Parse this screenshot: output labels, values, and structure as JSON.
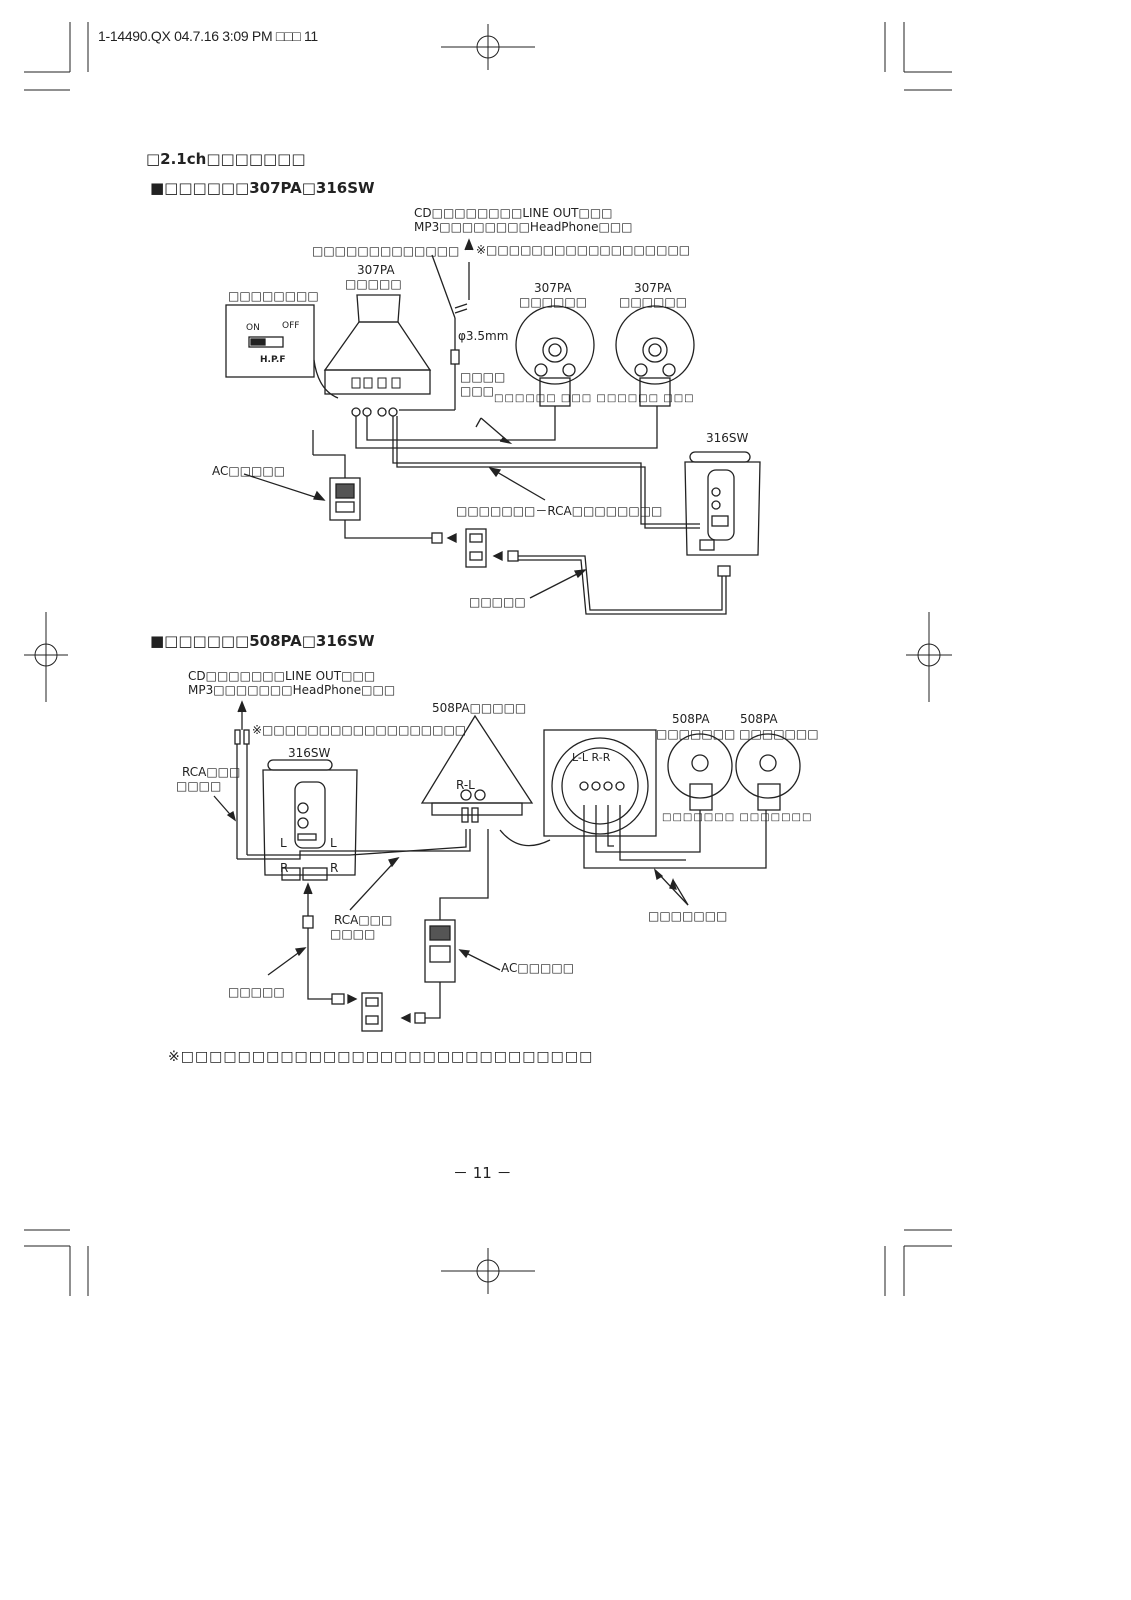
{
  "header": {
    "text": "1-14490.QX   04.7.16   3:09 PM   □□□   11"
  },
  "title": "□2.1ch□□□□□□□",
  "section1": {
    "heading": "■□□□□□□307PA□316SW",
    "source_line1": "CD□□□□□□□□LINE OUT□□□",
    "source_line2": "MP3□□□□□□□□HeadPhone□□□",
    "source_note": "※□□□□□□□□□□□□□□□□□□",
    "cable_label": "□□□□□□□□□□□□□",
    "amp_label_line1": "307PA",
    "amp_label_line2": "□□□□□",
    "hpf_callout": "□□□□□□□□",
    "hpf_on": "ON",
    "hpf_off": "OFF",
    "hpf_text": "H.P.F",
    "plug_size": "φ3.5mm",
    "speaker_l_line1": "307PA",
    "speaker_l_line2": "□□□□□□",
    "speaker_r_line1": "307PA",
    "speaker_r_line2": "□□□□□□",
    "speaker_cable_line1": "□□□□",
    "speaker_cable_line2": "□□□",
    "terminal_labels": "□□□□□□   □□□ □□□□□□   □□□",
    "sub_label": "316SW",
    "ac_label": "AC□□□□□",
    "rca_cable_label": "□□□□□□□－RCA□□□□□□□□",
    "power_cord_label": "□□□□□"
  },
  "section2": {
    "heading": "■□□□□□□508PA□316SW",
    "source_line1": "CD□□□□□□□LINE OUT□□□",
    "source_line2": "MP3□□□□□□□HeadPhone□□□",
    "source_note": "※□□□□□□□□□□□□□□□□□□",
    "amp_label": "508PA□□□□□",
    "speaker_l": "508PA",
    "speaker_r": "508PA",
    "speakers_caption": "□□□□□□□ □□□□□□□",
    "terminal_labels": "□□□□□□□   □□□□□□□",
    "sub_label": "316SW",
    "rca_in_line1": "RCA□□□",
    "rca_in_line2": "□□□□",
    "rca_mid_line1": "RCA□□□",
    "rca_mid_line2": "□□□□",
    "rl_label": "R-L",
    "lr_terminal": "L-L R-R",
    "sub_l1": "L",
    "sub_l2": "L",
    "sub_r1": "R",
    "sub_r2": "R",
    "speaker_cables_label": "□□□□□□□",
    "ac_label": "AC□□□□□",
    "power_cord_label": "□□□□□"
  },
  "footnote": "※□□□□□□□□□□□□□□□□□□□□□□□□□□□□□",
  "page_number": "－ 11 －"
}
